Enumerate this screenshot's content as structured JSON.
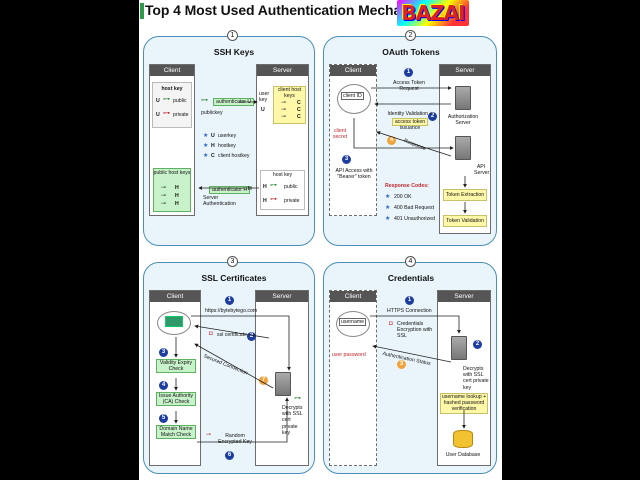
{
  "title": "Top 4 Most Used Authentication Mechanisms",
  "logo_text": "BAZAI",
  "colors": {
    "panel_border": "#4a8fb7",
    "panel_bg": "#eaf5fb",
    "yellow": "#fff8a8",
    "green": "#c8f2c9",
    "badge": "#1d3da0",
    "orange_badge": "#f0a33a",
    "red_text": "#c0272d"
  },
  "ssh": {
    "num": "1",
    "title": "SSH Keys",
    "client": "Client",
    "server": "Server",
    "host_key": "host key",
    "u_public": "public",
    "u_private": "private",
    "authenticator_u": "authenticator U",
    "publickey": "publickey",
    "user_key": "user key",
    "client_host_keys": "client host keys",
    "legend": [
      {
        "k": "U",
        "v": "userkey"
      },
      {
        "k": "H",
        "v": "hostkey"
      },
      {
        "k": "C",
        "v": "client hostkey"
      }
    ],
    "public_host_keys": "public host keys",
    "authenticator_h": "authenticator H",
    "server_authentication": "Server Authentication",
    "server_host_key": "host key",
    "server_public": "public",
    "server_private": "private",
    "c_labels": [
      "C",
      "C",
      "C"
    ],
    "h_labels": [
      "H",
      "H",
      "H"
    ],
    "u_label": "U"
  },
  "oauth": {
    "num": "2",
    "title": "OAuth Tokens",
    "client": "Client",
    "server": "Server",
    "client_id": "client ID",
    "client_secret": "client secret",
    "access_token_request": "Access Token Request",
    "identity_validation": "Identity Validation +",
    "access_token": "access token",
    "issuance": "issuance",
    "authorization_server": "Authorization Server",
    "response": "Response",
    "api_server": "API Server",
    "api_access": "API Access with \"Bearer\" token",
    "token_extraction": "Token Extraction",
    "token_validation": "Token Validation",
    "response_codes_title": "Response Codes:",
    "response_codes": [
      "200 OK",
      "400 Bad Request",
      "401 Unauthorized"
    ],
    "steps": [
      "1",
      "2",
      "3",
      "4"
    ]
  },
  "ssl": {
    "num": "3",
    "title": "SSL Certificates",
    "client": "Client",
    "server": "Server",
    "url": "https://bytebytego.com",
    "ssl_certificate": "ssl certificate",
    "validity_check": "Validity Expiry Check",
    "issue_authority": "Issue Authority (CA) Check",
    "domain_name": "Domain Name Match Check",
    "secured_connection": "Secured Connection",
    "random_key": "Random Encrypted Key",
    "decrypts": "Decrypts with SSL cert private key",
    "steps": [
      "1",
      "2",
      "3",
      "4",
      "5",
      "6",
      "7"
    ]
  },
  "cred": {
    "num": "4",
    "title": "Credentials",
    "client": "Client",
    "server": "Server",
    "username": "username",
    "user_password": "user password",
    "https_connection": "HTTPS Connection",
    "credentials_encryption": "Credentials Encryption with SSL",
    "authentication_status": "Authentication Status",
    "decrypts": "Decrypts with SSL cert private key",
    "lookup": "username lookup + hashed password verification",
    "user_database": "User Database",
    "steps": [
      "1",
      "2",
      "3"
    ]
  }
}
